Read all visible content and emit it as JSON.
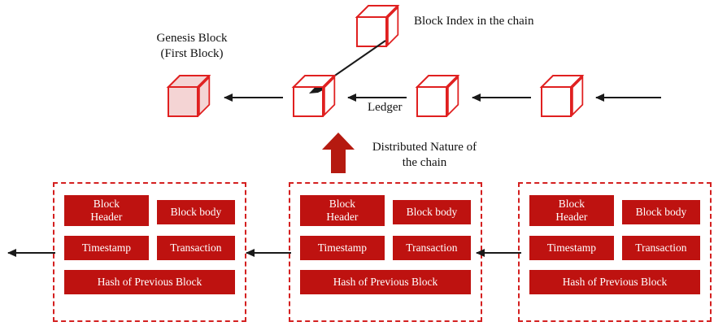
{
  "diagram": {
    "title": "Blockchain structure diagram",
    "colors": {
      "cube_outline": "#e02020",
      "genesis_fill": "#f4d4d4",
      "chip_fill": "#be1210",
      "panel_border": "#d42020",
      "arrow": "#1a1a1a",
      "up_arrow": "#b51a10",
      "text": "#121212"
    },
    "labels": {
      "block_index": "Block Index in the chain",
      "genesis": "Genesis Block\n(First Block)",
      "ledger": "Ledger",
      "distributed": "Distributed Nature of\nthe chain"
    },
    "chain": {
      "blocks": [
        {
          "name": "genesis-block",
          "is_genesis": true
        },
        {
          "name": "chain-block-2",
          "is_genesis": false
        },
        {
          "name": "chain-block-3",
          "is_genesis": false
        },
        {
          "name": "chain-block-4",
          "is_genesis": false
        }
      ],
      "index_block": {
        "name": "block-index-cube"
      }
    },
    "panels": [
      {
        "name": "block-detail-panel-1",
        "fields": {
          "header": "Block\nHeader",
          "body": "Block body",
          "timestamp": "Timestamp",
          "transaction": "Transaction",
          "hash": "Hash of Previous Block"
        }
      },
      {
        "name": "block-detail-panel-2",
        "fields": {
          "header": "Block\nHeader",
          "body": "Block body",
          "timestamp": "Timestamp",
          "transaction": "Transaction",
          "hash": "Hash of Previous Block"
        }
      },
      {
        "name": "block-detail-panel-3",
        "fields": {
          "header": "Block\nHeader",
          "body": "Block body",
          "timestamp": "Timestamp",
          "transaction": "Transaction",
          "hash": "Hash of Previous Block"
        }
      }
    ]
  }
}
